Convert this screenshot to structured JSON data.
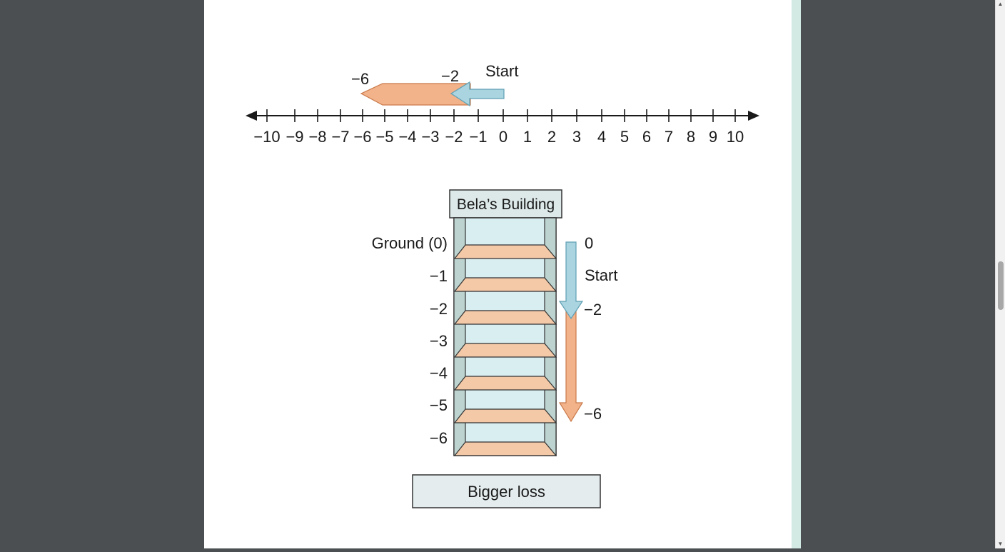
{
  "number_line": {
    "ticks": [
      "−10",
      "−9",
      "−8",
      "−7",
      "−6",
      "−5",
      "−4",
      "−3",
      "−2",
      "−1",
      "0",
      "1",
      "2",
      "3",
      "4",
      "5",
      "6",
      "7",
      "8",
      "9",
      "10"
    ],
    "start_label": "Start",
    "label_minus2": "−2",
    "label_minus6": "−6",
    "first_move": {
      "from": 0,
      "to": -2
    },
    "second_move": {
      "from": -2,
      "to": -6
    }
  },
  "building": {
    "title": "Bela’s Building",
    "floor_labels": [
      "Ground (0)",
      "−1",
      "−2",
      "−3",
      "−4",
      "−5",
      "−6"
    ],
    "right_labels": {
      "zero": "0",
      "start": "Start",
      "minus2": "−2",
      "minus6": "−6"
    }
  },
  "caption": "Bigger loss",
  "colors": {
    "blue_arrow": "#a9d4e0",
    "orange_arrow": "#f2b28a",
    "floor_slab": "#f4c9a8",
    "building_fill": "#d9eef0",
    "frame": "#bcd3cf",
    "caption_box": "#e4ecee",
    "title_box": "#dde8e8"
  }
}
